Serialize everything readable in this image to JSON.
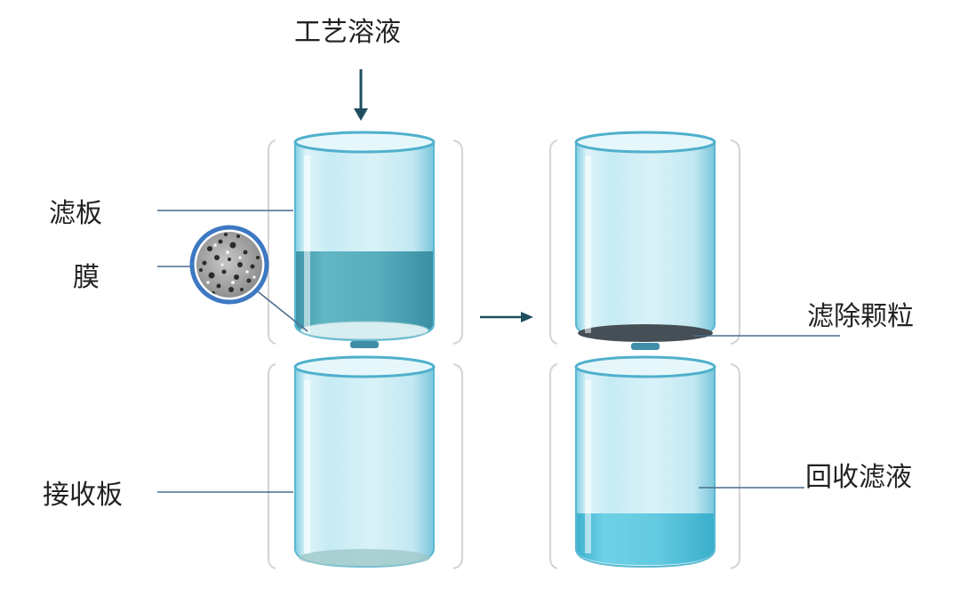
{
  "labels": {
    "process_solution": "工艺溶液",
    "filter_plate": "滤板",
    "membrane": "膜",
    "receiver_plate": "接收板",
    "filtered_particles": "滤除颗粒",
    "collected_filtrate": "回收滤液"
  },
  "colors": {
    "line": "#4a6c8c",
    "arrow": "#1f4e5f",
    "glass_edge": "#5ab8d2",
    "solution": "#4aa3b4",
    "filtrate": "#55c3dc",
    "particles": "#454f55",
    "membrane_ring": "#3d78c2"
  }
}
